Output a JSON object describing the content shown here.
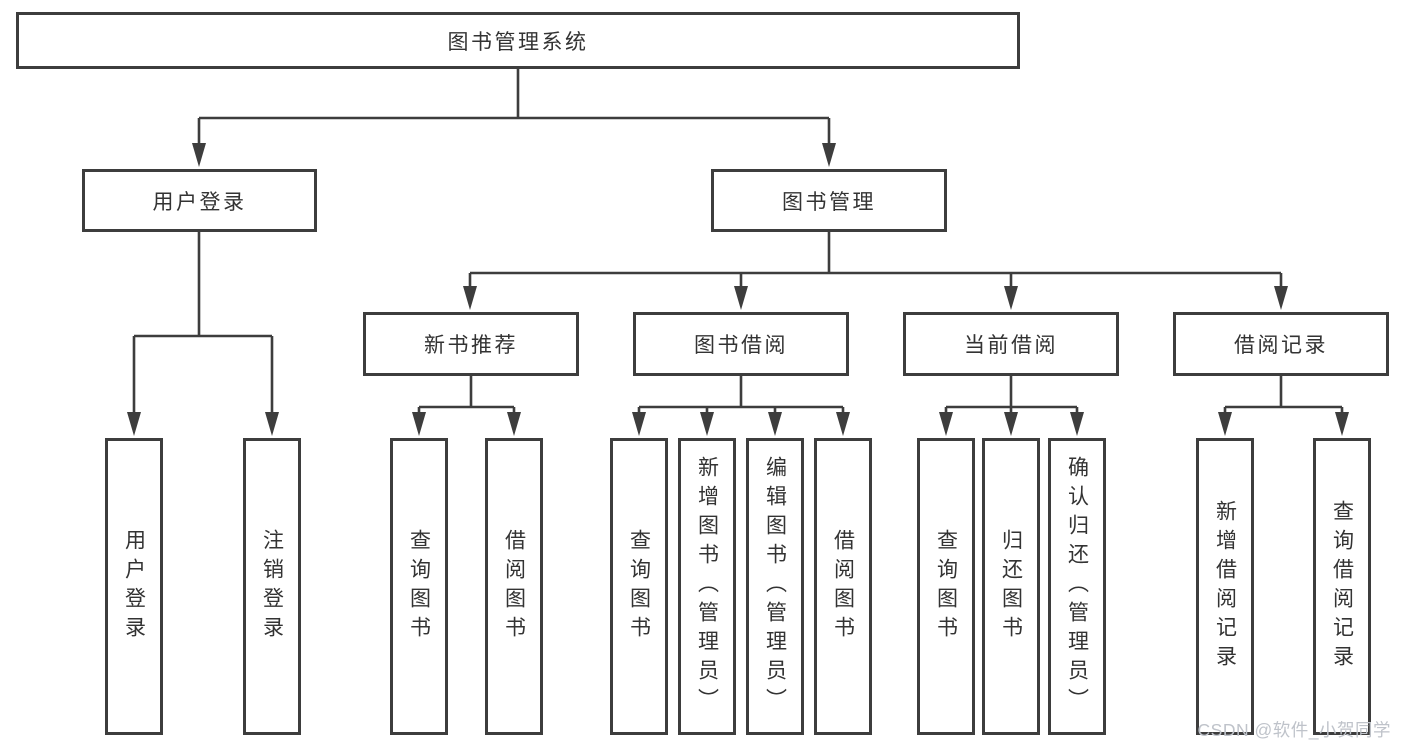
{
  "diagram": {
    "root": {
      "label": "图书管理系统"
    },
    "branches": [
      {
        "label": "用户登录",
        "leaves": [
          {
            "label": "用户登录"
          },
          {
            "label": "注销登录"
          }
        ]
      },
      {
        "label": "图书管理",
        "groups": [
          {
            "label": "新书推荐",
            "leaves": [
              {
                "label": "查询图书"
              },
              {
                "label": "借阅图书"
              }
            ]
          },
          {
            "label": "图书借阅",
            "leaves": [
              {
                "label": "查询图书"
              },
              {
                "label": "新增图书（管理员）"
              },
              {
                "label": "编辑图书（管理员）"
              },
              {
                "label": "借阅图书"
              }
            ]
          },
          {
            "label": "当前借阅",
            "leaves": [
              {
                "label": "查询图书"
              },
              {
                "label": "归还图书"
              },
              {
                "label": "确认归还（管理员）"
              }
            ]
          },
          {
            "label": "借阅记录",
            "leaves": [
              {
                "label": "新增借阅记录"
              },
              {
                "label": "查询借阅记录"
              }
            ]
          }
        ]
      }
    ]
  },
  "watermark": {
    "text": "CSDN @软件_小贺同学"
  },
  "colors": {
    "line": "#3d3d3d",
    "text": "#333333",
    "watermark": "#bfc3ca",
    "background": "#ffffff"
  }
}
